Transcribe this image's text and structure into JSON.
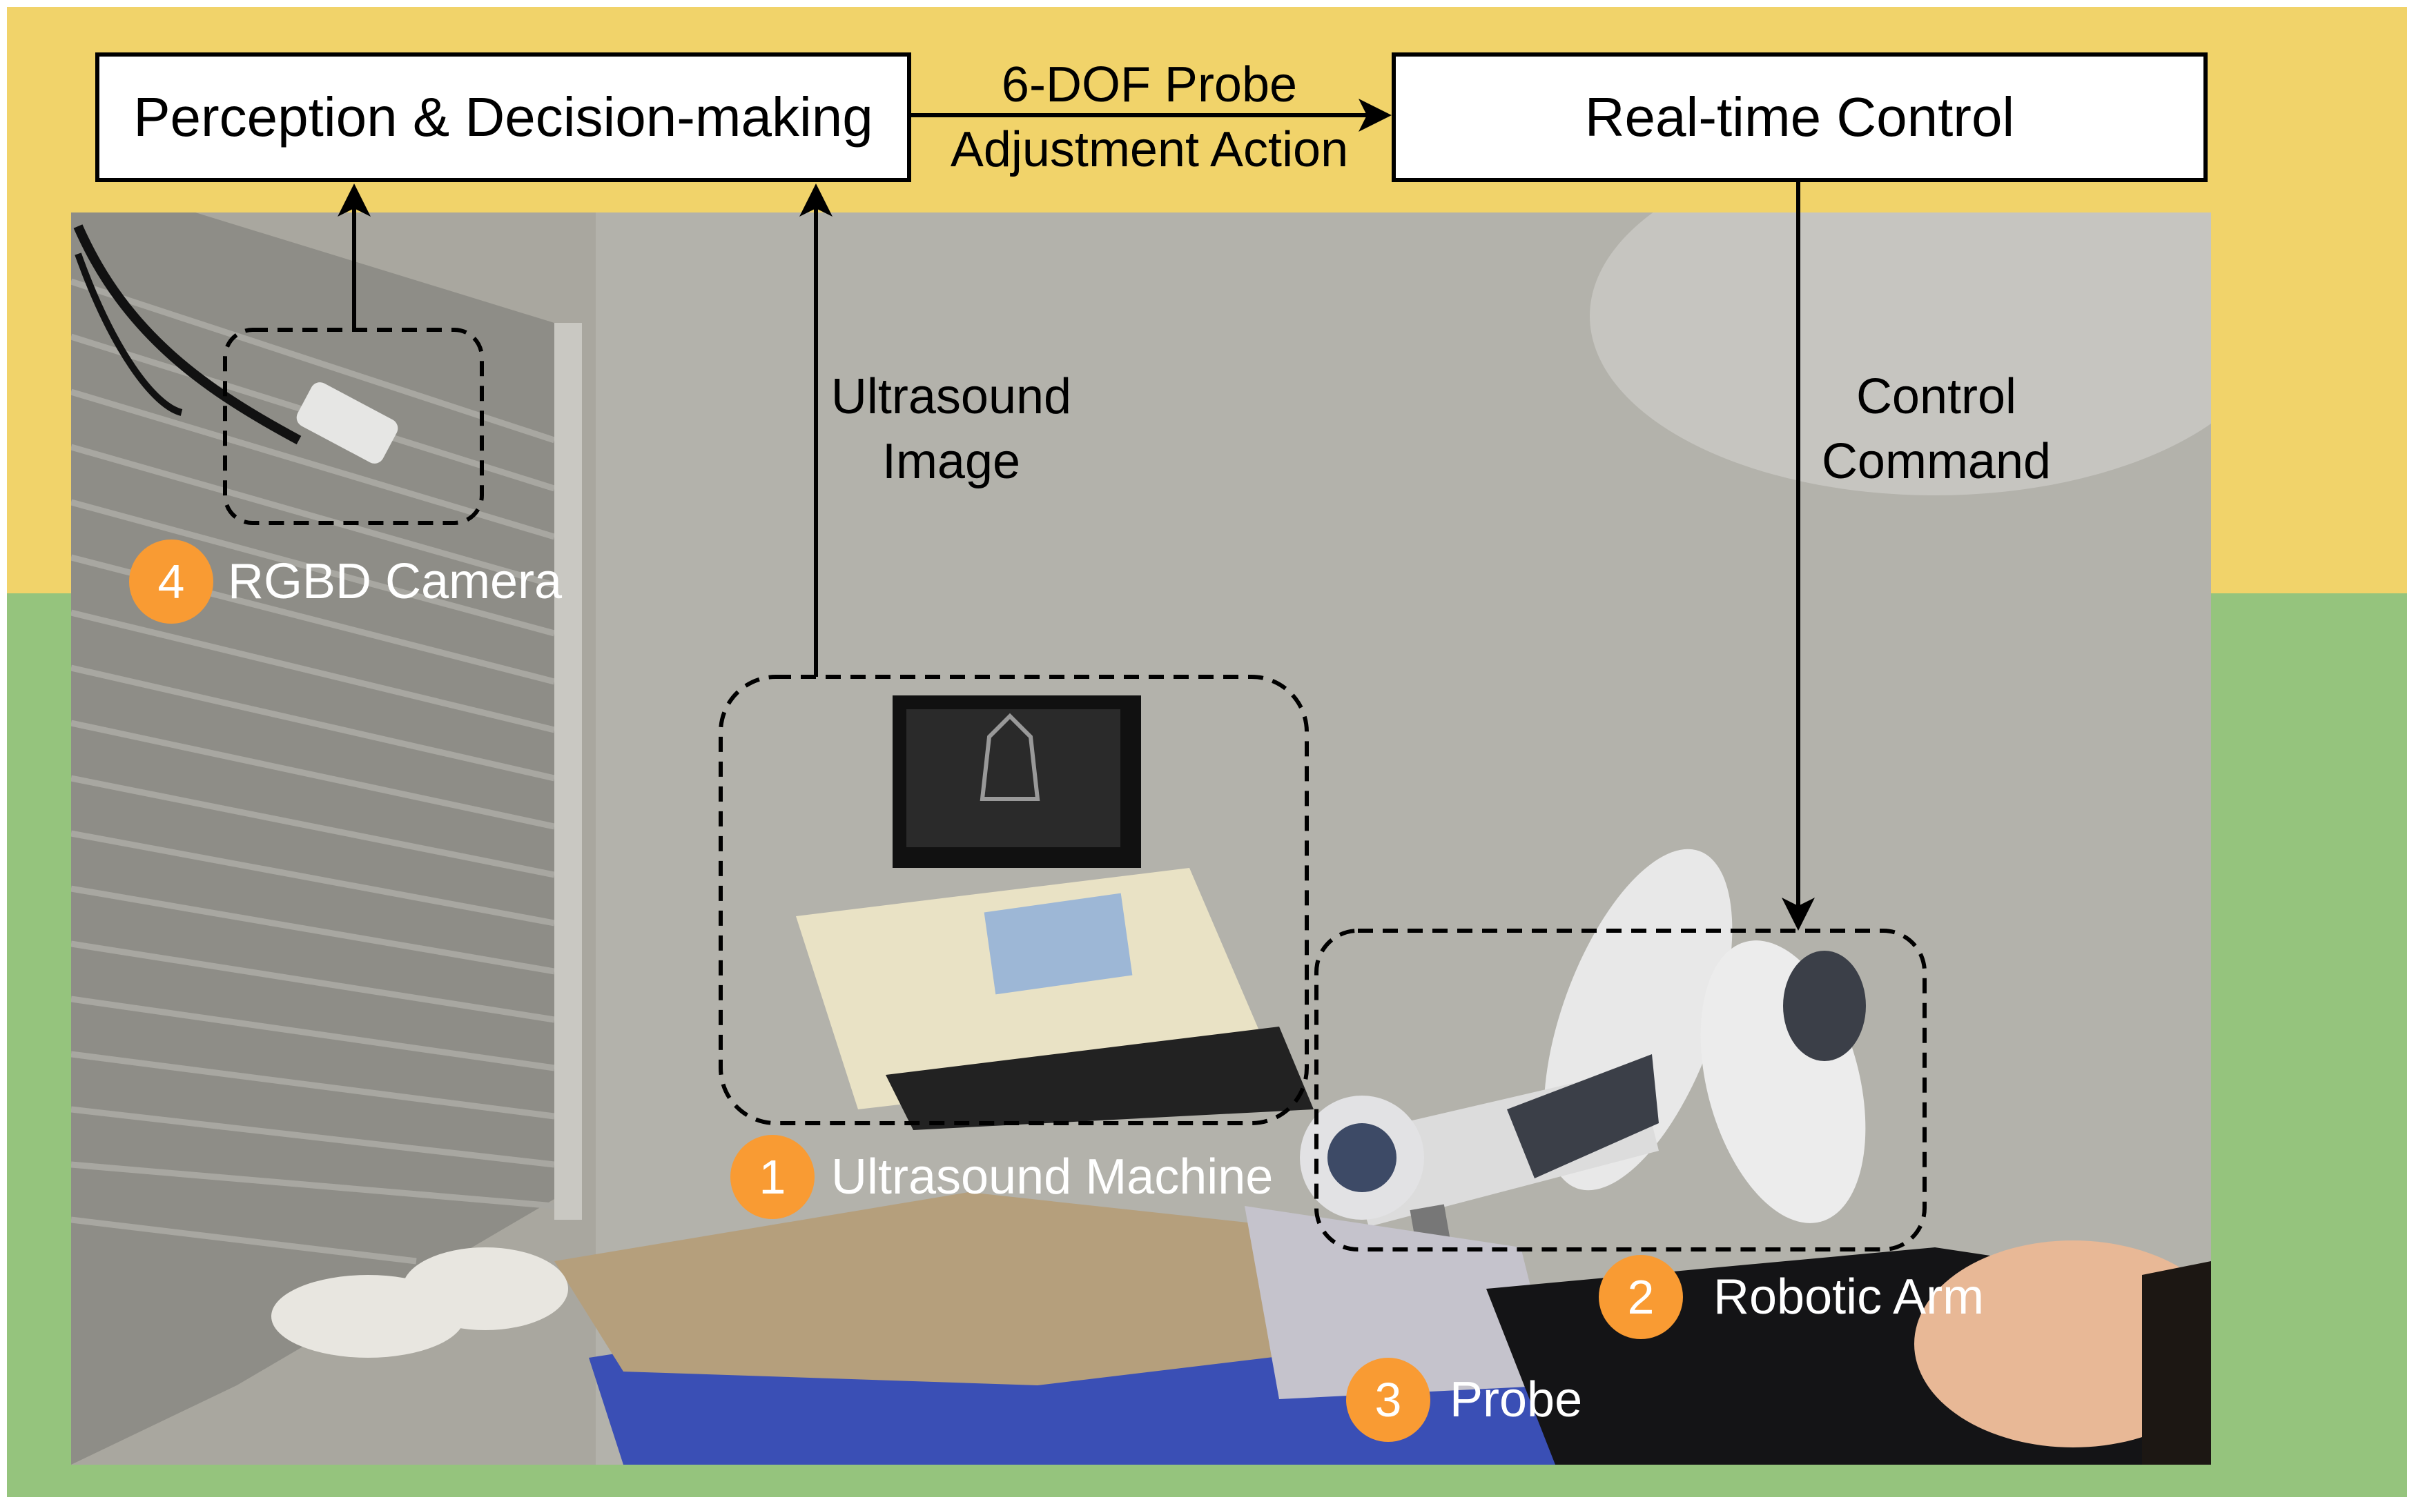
{
  "boxes": {
    "perception": "Perception & Decision-making",
    "control": "Real-time Control"
  },
  "arrows": {
    "action_line1": "6-DOF Probe",
    "action_line2": "Adjustment Action",
    "image_line1": "Ultrasound",
    "image_line2": "Image",
    "command_line1": "Control",
    "command_line2": "Command"
  },
  "components": [
    {
      "number": "1",
      "label": "Ultrasound Machine"
    },
    {
      "number": "2",
      "label": "Robotic Arm"
    },
    {
      "number": "3",
      "label": "Probe"
    },
    {
      "number": "4",
      "label": "RGBD Camera"
    }
  ],
  "colors": {
    "perception_band": "#F1D36A",
    "execution_band": "#95C47D",
    "badge": "#F99B33"
  }
}
